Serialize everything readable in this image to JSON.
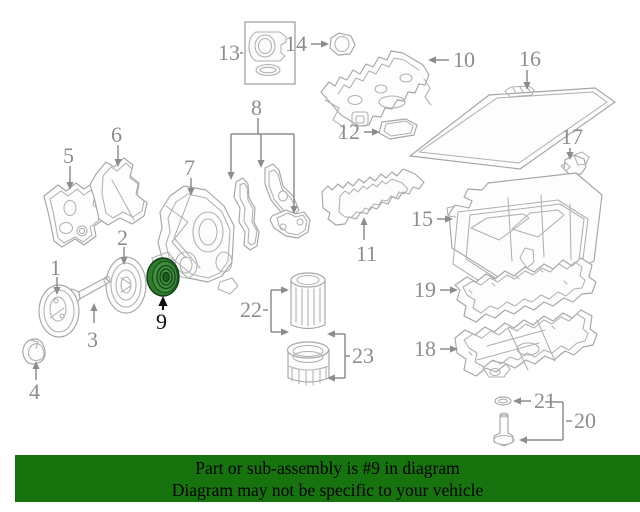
{
  "diagram": {
    "title": "Engine parts exploded diagram",
    "background_color": "#ffffff",
    "line_color": "#a6a6a6",
    "callout_color": "#8d8d8d",
    "highlight_color": "#2f7a2f",
    "highlight_part_number": "9",
    "callouts": [
      {
        "id": "1",
        "label": "1",
        "part": "crankshaft-pulley",
        "highlighted": false
      },
      {
        "id": "2",
        "label": "2",
        "part": "vibration-damper",
        "highlighted": false
      },
      {
        "id": "3",
        "label": "3",
        "part": "center-bolt",
        "highlighted": false
      },
      {
        "id": "4",
        "label": "4",
        "part": "retaining-clip",
        "highlighted": false
      },
      {
        "id": "5",
        "label": "5",
        "part": "bracket-gasket-left",
        "highlighted": false
      },
      {
        "id": "6",
        "label": "6",
        "part": "bracket-gasket-right",
        "highlighted": false
      },
      {
        "id": "7",
        "label": "7",
        "part": "timing-case-cover",
        "highlighted": false
      },
      {
        "id": "8",
        "label": "8",
        "part": "timing-cover-gasket-set",
        "highlighted": false
      },
      {
        "id": "9",
        "label": "9",
        "part": "crankshaft-front-seal",
        "highlighted": true
      },
      {
        "id": "10",
        "label": "10",
        "part": "cylinder-head-cover",
        "highlighted": false
      },
      {
        "id": "11",
        "label": "11",
        "part": "cylinder-head-cover-gasket",
        "highlighted": false
      },
      {
        "id": "12",
        "label": "12",
        "part": "filler-neck-gasket",
        "highlighted": false
      },
      {
        "id": "13",
        "label": "13",
        "part": "oil-filler-cap-assembly",
        "highlighted": false
      },
      {
        "id": "14",
        "label": "14",
        "part": "oil-filler-neck",
        "highlighted": false
      },
      {
        "id": "15",
        "label": "15",
        "part": "upper-oil-pan",
        "highlighted": false
      },
      {
        "id": "16",
        "label": "16",
        "part": "oil-baffle-plate",
        "highlighted": false
      },
      {
        "id": "17",
        "label": "17",
        "part": "oil-level-sensor",
        "highlighted": false
      },
      {
        "id": "18",
        "label": "18",
        "part": "lower-oil-pan",
        "highlighted": false
      },
      {
        "id": "19",
        "label": "19",
        "part": "lower-oil-pan-gasket",
        "highlighted": false
      },
      {
        "id": "20",
        "label": "20",
        "part": "oil-drain-plug-set",
        "highlighted": false
      },
      {
        "id": "21",
        "label": "21",
        "part": "drain-plug-sealing-ring",
        "highlighted": false
      },
      {
        "id": "22",
        "label": "22",
        "part": "oil-filter-element",
        "highlighted": false
      },
      {
        "id": "23",
        "label": "23",
        "part": "oil-filter-housing-cap",
        "highlighted": false
      }
    ]
  },
  "banner": {
    "background_color": "#16730d",
    "text_color": "#000000",
    "line1": "Part or sub-assembly is #9 in diagram",
    "line2": "Diagram may not be specific to your vehicle"
  }
}
